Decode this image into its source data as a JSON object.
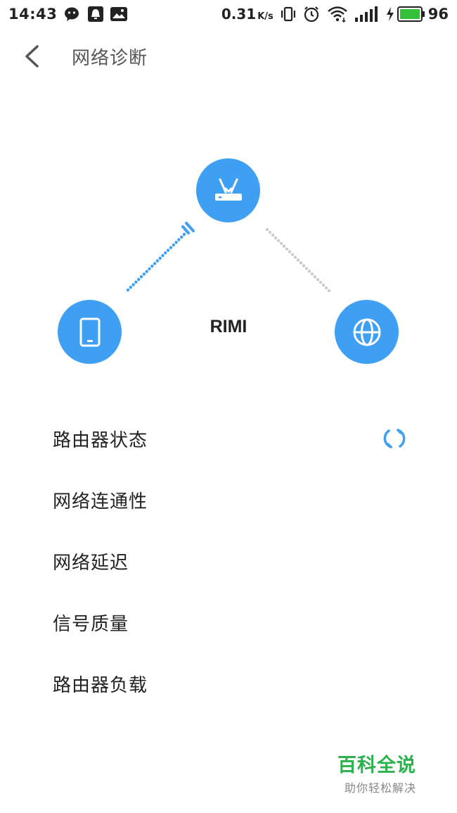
{
  "status_bar": {
    "time": "14:43",
    "speed": "0.31",
    "speed_unit": "K/s",
    "battery": "96",
    "icons": [
      "wechat-icon",
      "notification-icon",
      "image-icon",
      "vibrate-icon",
      "alarm-icon",
      "wifi-icon",
      "signal-icon",
      "charging-icon",
      "battery-icon"
    ]
  },
  "header": {
    "back_icon": "chevron-left-icon",
    "title": "网络诊断"
  },
  "diagram": {
    "network_name": "RIMI",
    "nodes": [
      "router-icon",
      "phone-icon",
      "globe-icon"
    ],
    "colors": {
      "node": "#3f9ff2",
      "active_link": "#3f9ff2",
      "idle_link": "#cccccc"
    }
  },
  "checks": [
    {
      "label": "路由器状态",
      "status": "loading"
    },
    {
      "label": "网络连通性"
    },
    {
      "label": "网络延迟"
    },
    {
      "label": "信号质量"
    },
    {
      "label": "路由器负载"
    }
  ],
  "watermark": {
    "title": "百科全说",
    "subtitle": "助你轻松解决",
    "color": "#2bb24c"
  }
}
